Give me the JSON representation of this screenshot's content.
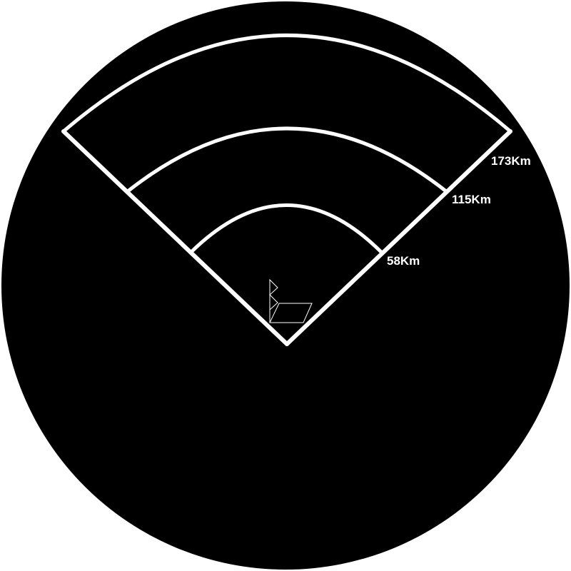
{
  "colors": {
    "background": "#ffffff",
    "disc": "#000000",
    "lines": "#ffffff",
    "label_text": "#ffffff"
  },
  "range_rings": [
    {
      "label": "58Km"
    },
    {
      "label": "115Km"
    },
    {
      "label": "173Km"
    }
  ],
  "sensor_icon": "radar-antenna-icon"
}
